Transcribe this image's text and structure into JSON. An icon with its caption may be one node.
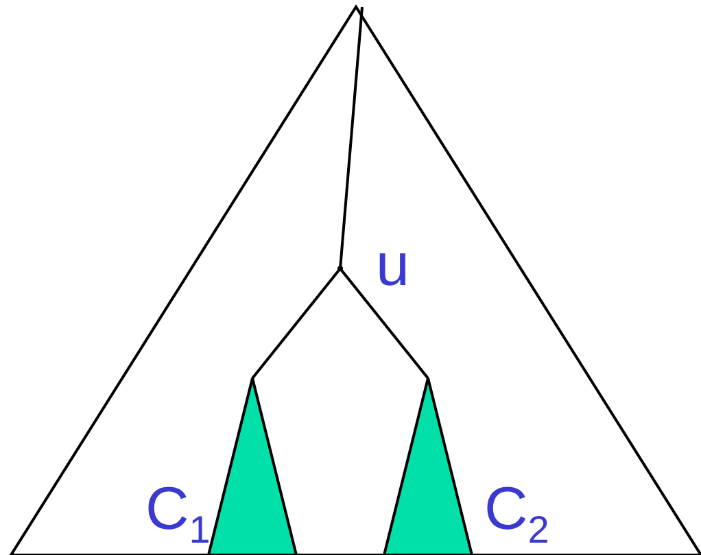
{
  "diagram": {
    "nodes": [
      {
        "text": [],
        "shape": "triangle"
      },
      {
        "text": [],
        "shape": "dot",
        "beside": [
          "u"
        ],
        "in": 0
      },
      {
        "text": [],
        "shape": "triangle",
        "beside": [
          "C$_{1}$"
        ],
        "in": 0
      },
      {
        "text": [],
        "shape": "triangle",
        "beside": [
          "C$_{2}$"
        ],
        "in": 0
      }
    ],
    "edges": [
      {
        "from": 0,
        "to": 1,
        "arrow": "none"
      },
      {
        "from": 1,
        "to": 2,
        "arrow": "none"
      },
      {
        "from": 1,
        "to": 3,
        "arrow": "none"
      }
    ]
  }
}
